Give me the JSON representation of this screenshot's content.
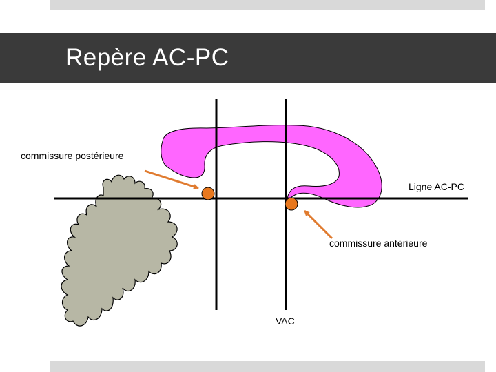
{
  "slide": {
    "title": "Repère AC-PC"
  },
  "diagram": {
    "labels": {
      "posterior_commissure": "commissure postérieure",
      "anterior_commissure": "commissure antérieure",
      "acpc_line": "Ligne AC-PC",
      "vac": "VAC"
    },
    "colors": {
      "corpus_callosum": "#ff66ff",
      "cerebellum": "#b7b7a5",
      "marker": "#e8781e",
      "arrow": "#e07b2f",
      "title_bar": "#3a3a3a"
    }
  }
}
